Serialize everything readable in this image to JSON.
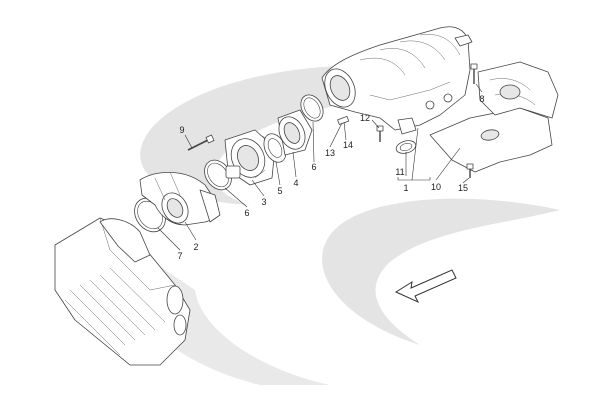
{
  "diagram": {
    "callouts": [
      {
        "id": "c1",
        "text": "1"
      },
      {
        "id": "c2",
        "text": "2"
      },
      {
        "id": "c3",
        "text": "3"
      },
      {
        "id": "c4",
        "text": "4"
      },
      {
        "id": "c5",
        "text": "5"
      },
      {
        "id": "c6a",
        "text": "6"
      },
      {
        "id": "c6b",
        "text": "6"
      },
      {
        "id": "c7",
        "text": "7"
      },
      {
        "id": "c8",
        "text": "8"
      },
      {
        "id": "c9",
        "text": "9"
      },
      {
        "id": "c10",
        "text": "10"
      },
      {
        "id": "c11",
        "text": "11"
      },
      {
        "id": "c12",
        "text": "12"
      },
      {
        "id": "c13",
        "text": "13"
      },
      {
        "id": "c14",
        "text": "14"
      },
      {
        "id": "c15",
        "text": "15"
      }
    ],
    "colors": {
      "watermark": "#e4e4e4",
      "line": "#444444",
      "text": "#222222"
    }
  }
}
